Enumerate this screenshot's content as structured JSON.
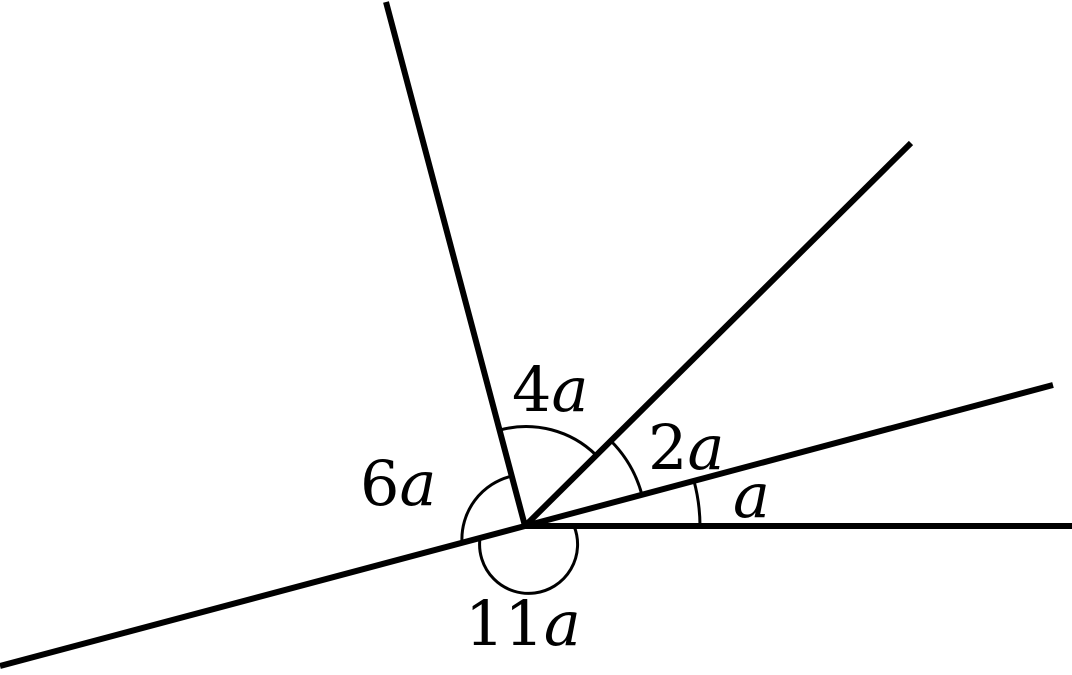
{
  "diagram": {
    "labels": {
      "angle_1": {
        "coef": "",
        "var": "a"
      },
      "angle_2": {
        "coef": "2",
        "var": "a"
      },
      "angle_3": {
        "coef": "4",
        "var": "a"
      },
      "angle_4": {
        "coef": "6",
        "var": "a"
      },
      "angle_5": {
        "coef": "11",
        "var": "a"
      }
    },
    "colors": {
      "stroke": "#000000",
      "background": "#ffffff"
    }
  }
}
